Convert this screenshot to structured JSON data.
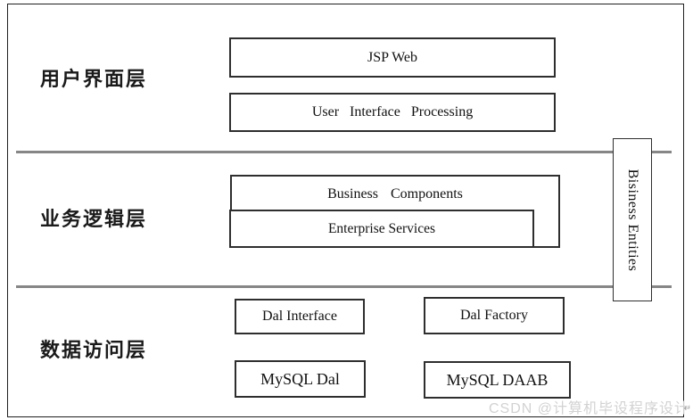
{
  "diagram": {
    "layers": [
      {
        "label": "用户界面层"
      },
      {
        "label": "业务逻辑层"
      },
      {
        "label": "数据访问层"
      }
    ],
    "boxes": {
      "jsp_web": "JSP Web",
      "user_interface_processing": "User Interface Processing",
      "business_components": "Business Components",
      "enterprise_services": "Enterprise Services",
      "dal_interface": "Dal Interface",
      "dal_factory": "Dal Factory",
      "mysql_dal": "MySQL Dal",
      "mysql_daab": "MySQL DAAB",
      "business_entities": "Bisiness Entities"
    },
    "colors": {
      "divider": "#868686",
      "box_border": "#2e2e2e",
      "frame_border": "#1f1f1f",
      "watermark": "#d2d2d2"
    },
    "watermark": {
      "text": "CSDN @计算机毕设程序设计",
      "return_mark": "↵"
    }
  }
}
